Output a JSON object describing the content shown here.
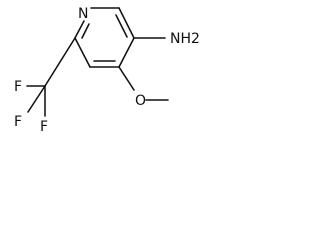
{
  "labels": {
    "ring_nitrogen": "N",
    "amine": "NH2",
    "methoxy_oxygen": "O",
    "fluorine_1": "F",
    "fluorine_2": "F",
    "fluorine_3": "F"
  }
}
